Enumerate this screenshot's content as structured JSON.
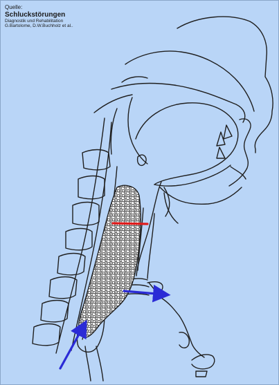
{
  "caption": {
    "source_label": "Quelle:",
    "title": "Schluckstörungen",
    "subtitle": "Diagnostik und Rehabilitation",
    "authors": "G.Bartolome, D.W.Buchholz et al.."
  },
  "colors": {
    "background": "#b9d5f7",
    "line": "#1f1f1f",
    "arrow": "#2b2bd6",
    "marker": "#e01b1b",
    "bolus_fill": "#ffffff"
  }
}
